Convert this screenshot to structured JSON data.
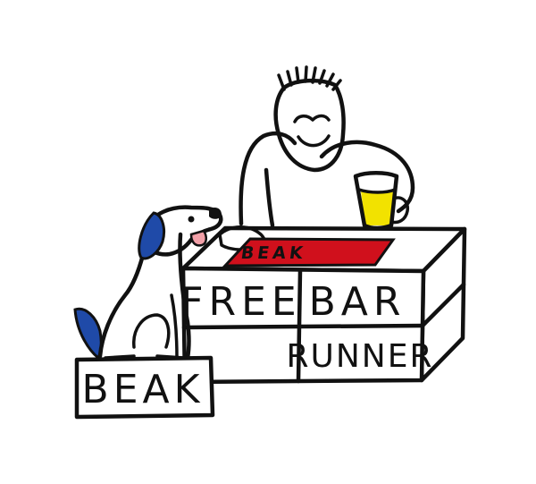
{
  "colors": {
    "ink": "#111111",
    "ear_blue": "#1f4aa8",
    "mat_red": "#d0101c",
    "beer_yellow": "#f2e200",
    "tongue_pink": "#f2a0a8",
    "background": "#ffffff"
  },
  "mat": {
    "text": "BEAK"
  },
  "bar": {
    "left_top_text": "FREE",
    "right_top_text": "BAR",
    "right_bottom_text": "RUNNER"
  },
  "dog_box": {
    "text": "BEAK"
  }
}
